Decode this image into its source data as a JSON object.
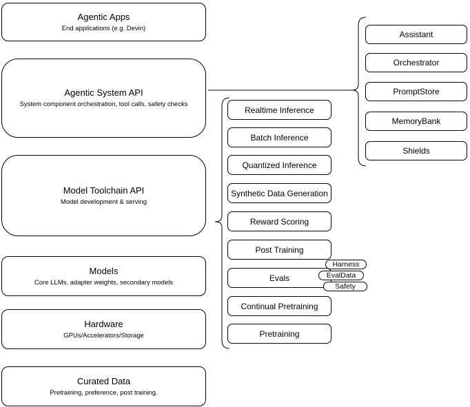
{
  "diagram": {
    "left_stack": [
      {
        "title": "Agentic Apps",
        "subtitle": "End applications (e.g. Devin)"
      },
      {
        "title": "Agentic System API",
        "subtitle": "System component orchestration, tool calls, safety checks"
      },
      {
        "title": "Model Toolchain API",
        "subtitle": "Model development & serving"
      },
      {
        "title": "Models",
        "subtitle": "Core LLMs, adapter weights, secondary models"
      },
      {
        "title": "Hardware",
        "subtitle": "GPUs/Accelerators/Storage"
      },
      {
        "title": "Curated Data",
        "subtitle": "Pretraining, preference, post training."
      }
    ],
    "toolchain_stack": [
      "Realtime Inference",
      "Batch Inference",
      "Quantized Inference",
      "Synthetic Data Generation",
      "Reward Scoring",
      "Post Training",
      "Evals",
      "Continual Pretraining",
      "Pretraining"
    ],
    "evals_tags": [
      "Harness",
      "EvalData",
      "Safety"
    ],
    "system_stack": [
      "Assistant",
      "Orchestrator",
      "PromptStore",
      "MemoryBank",
      "Shields"
    ],
    "colors": {
      "stroke": "#000000",
      "fill": "#ffffff",
      "text": "#000000"
    }
  }
}
